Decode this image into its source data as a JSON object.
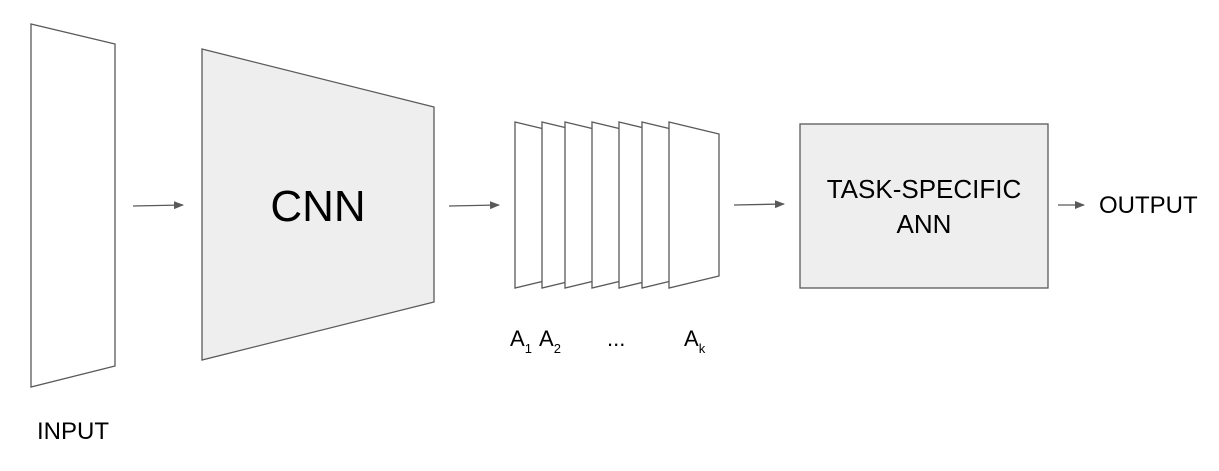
{
  "diagram": {
    "input_label": "INPUT",
    "cnn_label": "CNN",
    "feature_maps": {
      "labels": [
        {
          "base": "A",
          "sub": "1"
        },
        {
          "base": "A",
          "sub": "2"
        },
        {
          "base": "A",
          "sub": "k"
        }
      ],
      "ellipsis": "..."
    },
    "ann_label_line1": "TASK-SPECIFIC",
    "ann_label_line2": "ANN",
    "output_label": "OUTPUT"
  },
  "colors": {
    "fill": "#eeeeee",
    "white": "#ffffff",
    "stroke": "#595959",
    "arrow": "#595959",
    "text": "#000000"
  }
}
